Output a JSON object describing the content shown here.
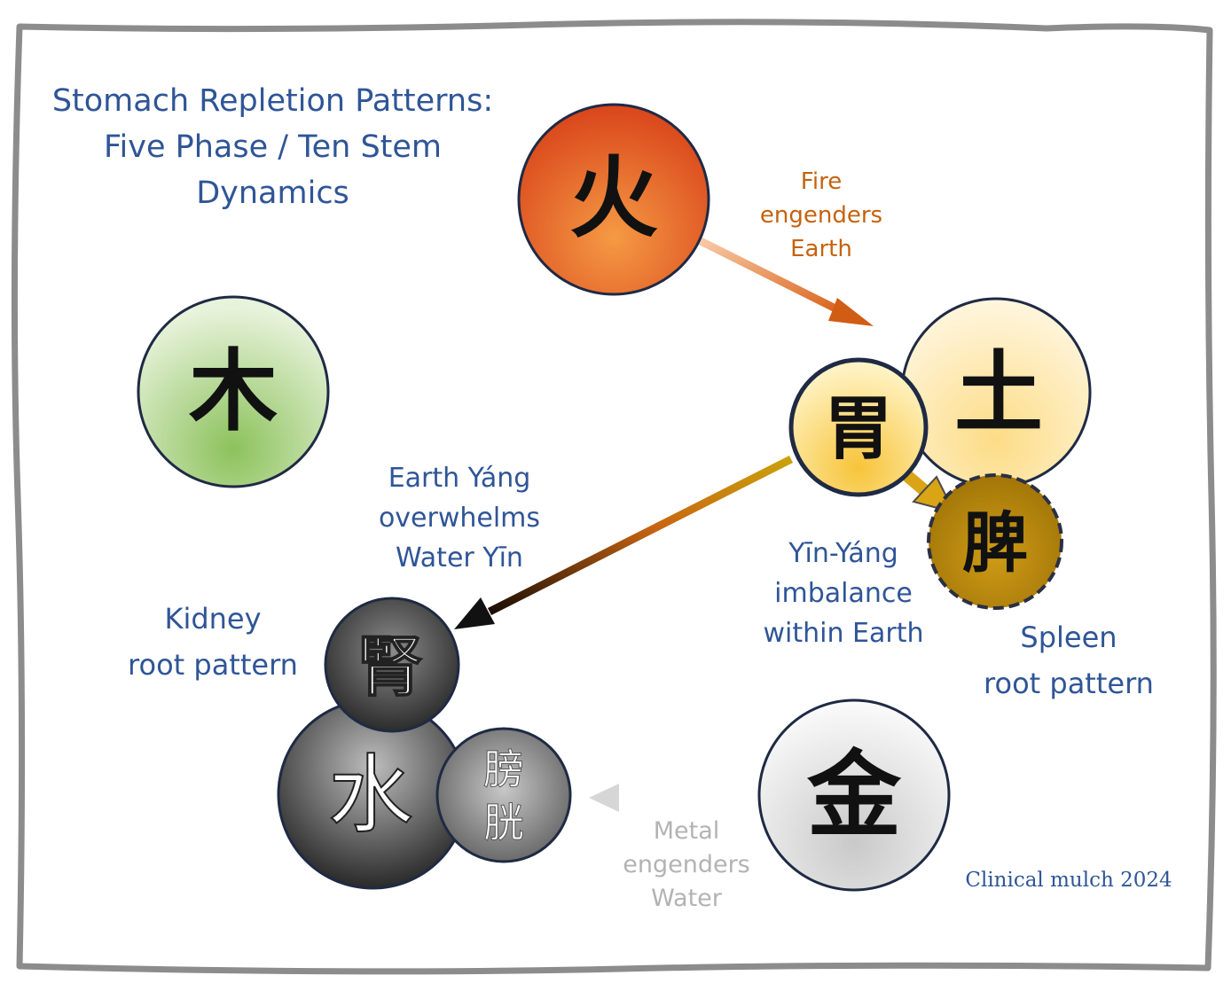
{
  "title": [
    "Stomach Repletion Patterns:",
    "Five Phase / Ten Stem",
    "Dynamics"
  ],
  "nodes": {
    "fire": "火",
    "wood": "木",
    "earth": "土",
    "stomach": "胃",
    "spleen": "脾",
    "kidney": "腎",
    "water": "水",
    "bladder_1": "膀",
    "bladder_2": "胱",
    "metal": "金"
  },
  "labels": {
    "fire_earth": [
      "Fire",
      "engenders",
      "Earth"
    ],
    "earth_water": [
      "Earth Yáng",
      "overwhelms",
      "Water Yīn"
    ],
    "yin_yang": [
      "Yīn-Yáng",
      "imbalance",
      "within Earth"
    ],
    "kidney_root": [
      "Kidney",
      "root pattern"
    ],
    "spleen_root": [
      "Spleen",
      "root pattern"
    ],
    "metal_water": [
      "Metal",
      "engenders",
      "Water"
    ]
  },
  "signature": "Clinical mulch 2024",
  "colors": {
    "fire": "#e2541f",
    "wood": "#7fb94f",
    "earth": "#fbe39a",
    "stomach": "#f6c93a",
    "spleen": "#b98a0a",
    "water": "#3a3a3a",
    "metal": "#d9d9d9",
    "text_blue": "#2f5597",
    "text_orange": "#c5620e",
    "text_grey": "#b3b3b3"
  }
}
